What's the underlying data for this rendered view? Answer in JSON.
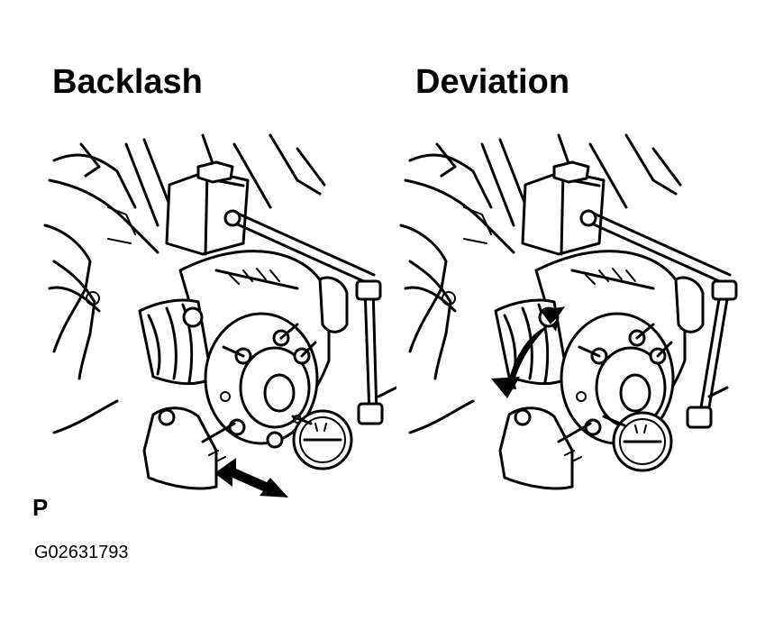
{
  "figure": {
    "left_title": "Backlash",
    "right_title": "Deviation",
    "mark": "P",
    "code": "G02631793"
  },
  "icons": {
    "left_illustration": "axle-hub-backlash-dial-gauge-icon",
    "right_illustration": "axle-hub-deviation-dial-gauge-icon",
    "left_arrow": "double-headed-arrow-icon",
    "right_arrow": "curved-rotation-arrow-icon"
  }
}
